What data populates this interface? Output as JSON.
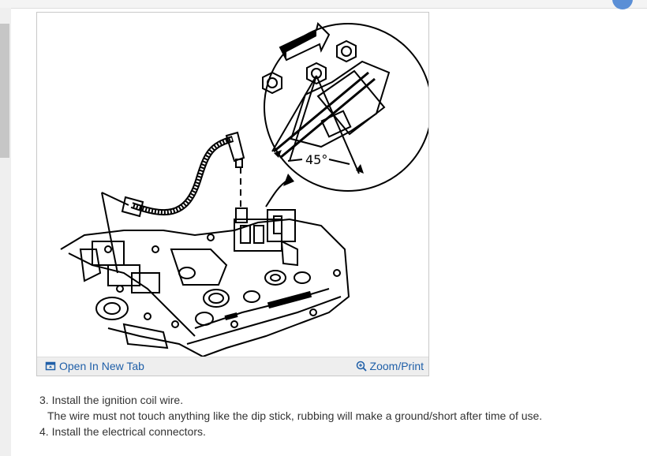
{
  "figure": {
    "angle_label": "45°",
    "open_new_tab": "Open In New Tab",
    "zoom_print": "Zoom/Print",
    "icons": {
      "open": "open-new-tab-icon",
      "zoom": "zoom-icon"
    }
  },
  "instructions": [
    "3. Install the ignition coil wire.",
    "The wire must not touch anything like the dip stick, rubbing will make a ground/short after time of use.",
    "4. Install the electrical connectors."
  ],
  "colors": {
    "link": "#1f5fa8",
    "text": "#333333"
  }
}
